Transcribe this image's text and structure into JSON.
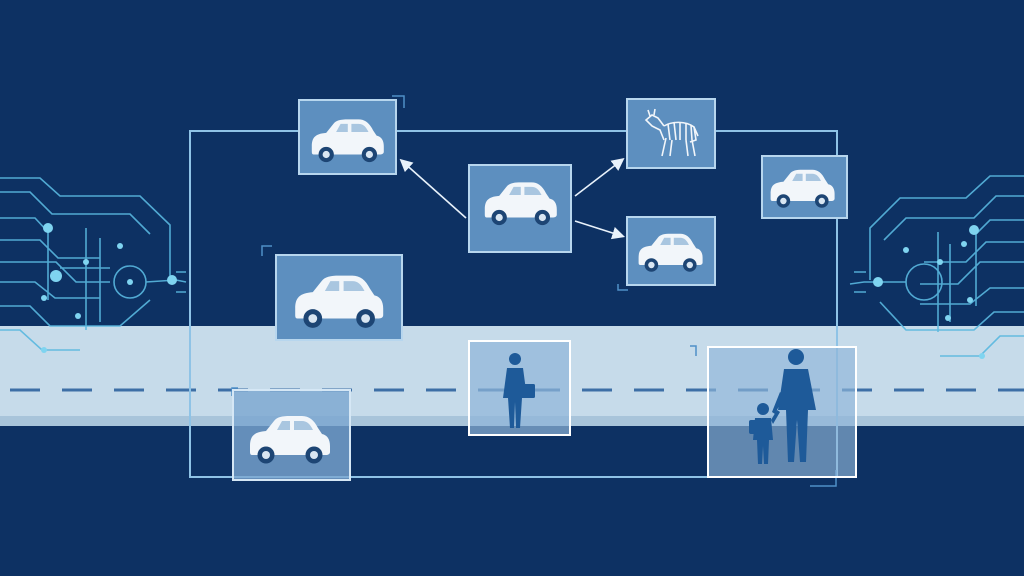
{
  "colors": {
    "background": "#0d3163",
    "road": "#c6dbea",
    "road_shadow": "#a8c4da",
    "lane_dash": "#3d6fa6",
    "frame": "#8fc3e6",
    "box_fill": "#5d8fbf",
    "box_border": "#b7d6ee",
    "vehicle": "#f2f6fa",
    "person": "#1e5a99",
    "circuit": "#59b8e0",
    "node": "#7fd4f0"
  },
  "icons": {
    "car": "car-icon",
    "zebra": "zebra-icon",
    "adult": "adult-pedestrian-icon",
    "child": "child-pedestrian-icon",
    "briefcase": "briefcase-icon",
    "chip": "circuit-chip-icon"
  },
  "detections": [
    {
      "id": "car-top-left",
      "object": "car"
    },
    {
      "id": "car-center",
      "object": "car"
    },
    {
      "id": "zebra-top-right",
      "object": "zebra"
    },
    {
      "id": "car-right-small",
      "object": "car"
    },
    {
      "id": "car-far-right",
      "object": "car"
    },
    {
      "id": "car-left-large",
      "object": "car"
    },
    {
      "id": "car-bottom-left",
      "object": "car"
    },
    {
      "id": "pedestrian-center",
      "object": "person"
    },
    {
      "id": "pedestrians-right",
      "object": "person"
    }
  ]
}
